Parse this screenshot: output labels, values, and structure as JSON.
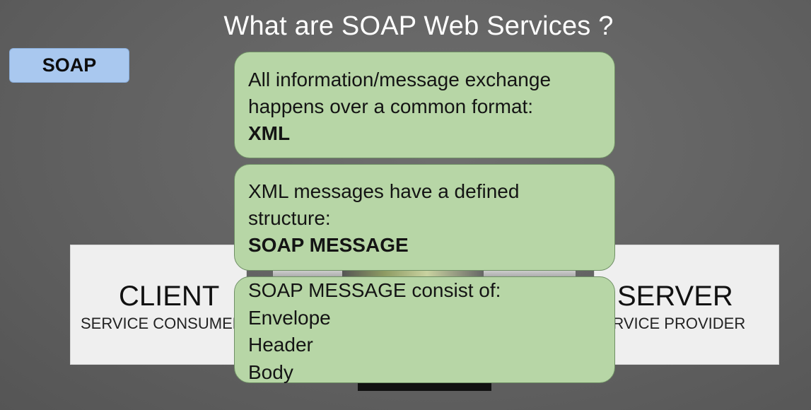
{
  "slide": {
    "title": "What are SOAP Web Services ?",
    "tag": "SOAP"
  },
  "client": {
    "title": "CLIENT",
    "subtitle": "SERVICE CONSUMER"
  },
  "server": {
    "title": "SERVER",
    "subtitle": "SERVICE PROVIDER"
  },
  "notes": [
    {
      "lines": [
        "All information/message exchange",
        "happens over a common format:"
      ],
      "emphasis": "XML"
    },
    {
      "lines": [
        "XML messages have a defined",
        "structure:"
      ],
      "emphasis": "SOAP MESSAGE"
    },
    {
      "lines": [
        "SOAP MESSAGE consist of:",
        "Envelope",
        "Header",
        "Body"
      ],
      "emphasis": ""
    }
  ],
  "colors": {
    "background": "#666666",
    "note_fill": "#b7d6a6",
    "tag_fill": "#a9c8ef",
    "box_fill": "#efefef"
  }
}
